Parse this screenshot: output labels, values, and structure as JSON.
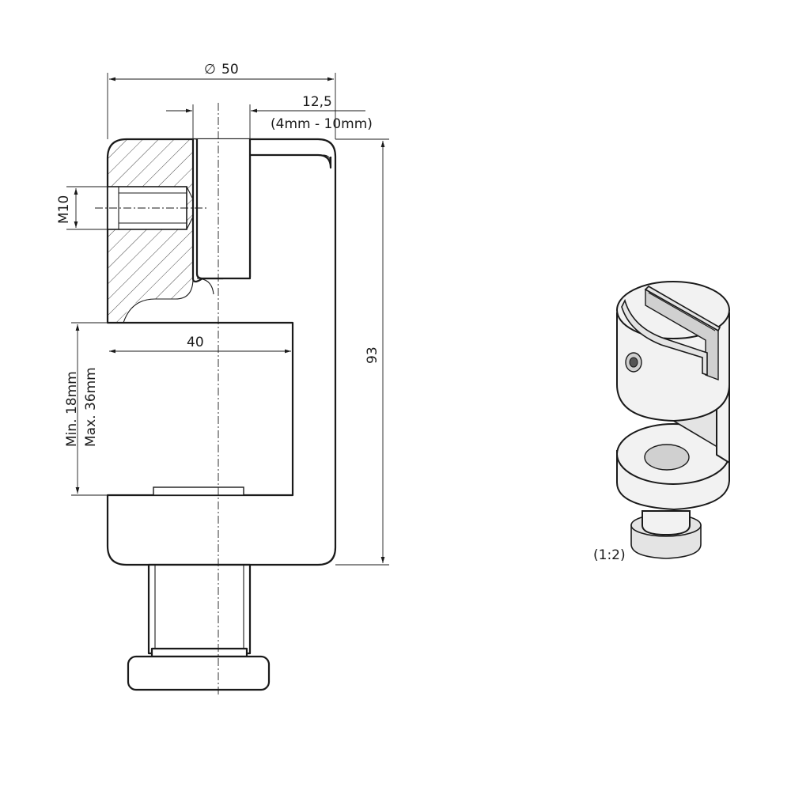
{
  "dimensions": {
    "diameter_symbol": "∅",
    "diameter_value": "50",
    "slot_width": "12,5",
    "glass_range": "(4mm - 10mm)",
    "thread": "M10",
    "jaw_depth": "40",
    "overall_height": "93",
    "clamp_min": "Min. 18mm",
    "clamp_max": "Max. 36mm"
  },
  "iso_view": {
    "scale_label": "(1:2)"
  }
}
